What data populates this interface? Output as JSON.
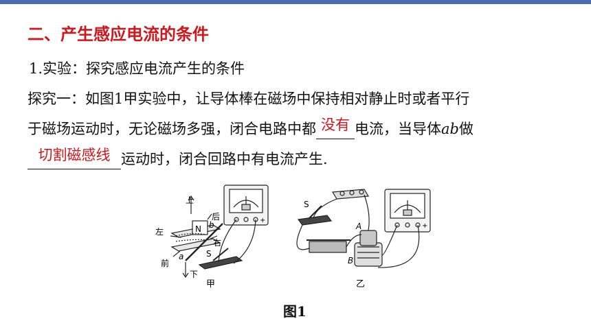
{
  "heading": "二、产生感应电流的条件",
  "line1": "1.实验：探究感应电流产生的条件",
  "line2": "探究一：如图1甲实验中，让导体棒在磁场中保持相对静止时或者平行",
  "line3_a": "于磁场运动时，无论磁场多强，闭合电路中都",
  "blank1_answer": "没有",
  "line3_b": "电流，当导体",
  "line3_var": "ab",
  "line3_c": "做",
  "blank2_answer": "切割磁感线",
  "line4_rest": "运动时，闭合回路中有电流产生.",
  "figure": {
    "jia": {
      "up": "上",
      "down": "下",
      "left": "左",
      "right": "右",
      "back": "后",
      "front": "前",
      "N": "N",
      "S": "S",
      "a": "a",
      "b": "b",
      "caption": "甲",
      "plus": "+"
    },
    "yi": {
      "S": "S",
      "A": "A",
      "B": "B",
      "caption": "乙",
      "plus": "+"
    }
  },
  "figure_caption": "图1"
}
